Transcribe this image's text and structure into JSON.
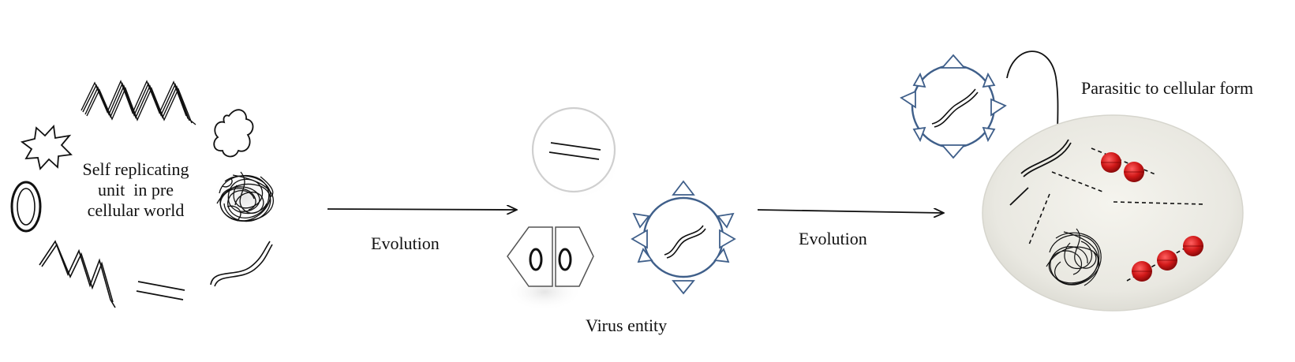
{
  "labels": {
    "self_replicating": [
      "Self replicating",
      "unit  in pre",
      "cellular world"
    ],
    "evolution_1": "Evolution",
    "evolution_2": "Evolution",
    "virus_entity": "Virus entity",
    "parasitic": "Parasitic to cellular form"
  },
  "colors": {
    "ink": "#111111",
    "virus_blue": "#3f5f8a",
    "cell_fill": "#ecebe4",
    "ribosome_red": "#d01818"
  },
  "icons": [
    "spring-coil-icon",
    "star-burst-icon",
    "ring-icon",
    "cloud-blob-icon",
    "tangled-coil-icon",
    "zigzag-strand-icon",
    "double-line-icon",
    "curved-strand-icon",
    "oval-capsule-icon",
    "hexagon-capsid-icon",
    "virus-particle-icon",
    "cell-icon",
    "ribosome-icon"
  ]
}
